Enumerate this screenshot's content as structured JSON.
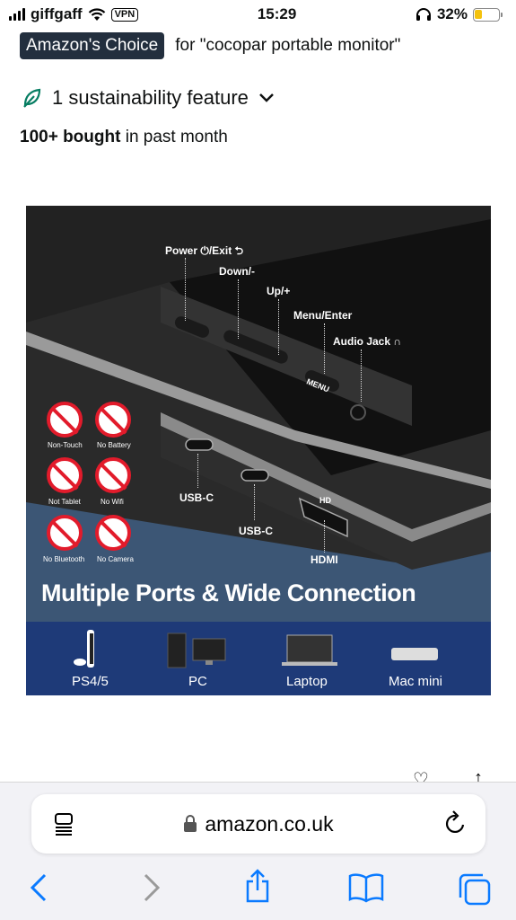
{
  "status_bar": {
    "carrier": "giffgaff",
    "vpn": "VPN",
    "time": "15:29",
    "battery": "32%",
    "battery_level": 0.32
  },
  "badge": {
    "label": "Amazon's Choice",
    "query": "for \"cocopar portable monitor\""
  },
  "sustainability": {
    "label": "1 sustainability feature"
  },
  "bought": {
    "count": "100+ bought",
    "suffix": "in past month"
  },
  "product_image": {
    "buttons": {
      "power": "Power",
      "exit": "/Exit",
      "down": "Down/-",
      "up": "Up/+",
      "menu": "Menu/Enter",
      "audio": "Audio Jack"
    },
    "ports": {
      "usbc_1": "USB-C",
      "usbc_2": "USB-C",
      "hdmi": "HDMI",
      "menu_key": "MENU",
      "hd": "HD"
    },
    "features": [
      {
        "label": "Non-Touch"
      },
      {
        "label": "No Battery"
      },
      {
        "label": "Not Tablet"
      },
      {
        "label": "No Wifi"
      },
      {
        "label": "No Bluetooth"
      },
      {
        "label": "No Camera"
      }
    ],
    "headline": "Multiple Ports & Wide Connection",
    "devices": [
      {
        "label": "PS4/5"
      },
      {
        "label": "PC"
      },
      {
        "label": "Laptop"
      },
      {
        "label": "Mac mini"
      }
    ]
  },
  "browser": {
    "url": "amazon.co.uk"
  }
}
